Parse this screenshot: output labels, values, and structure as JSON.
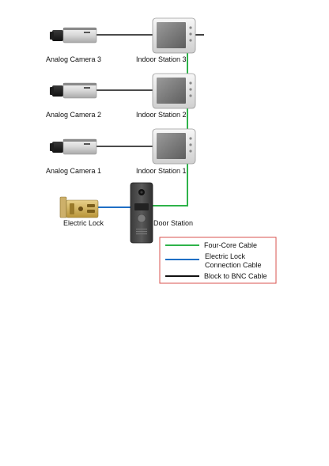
{
  "cameras": [
    {
      "label": "Analog Camera 3",
      "icon": "camera-icon"
    },
    {
      "label": "Analog Camera 2",
      "icon": "camera-icon"
    },
    {
      "label": "Analog Camera 1",
      "icon": "camera-icon"
    }
  ],
  "indoor_stations": [
    {
      "label": "Indoor Station 3",
      "icon": "monitor-icon"
    },
    {
      "label": "Indoor Station 2",
      "icon": "monitor-icon"
    },
    {
      "label": "Indoor Station 1",
      "icon": "monitor-icon"
    }
  ],
  "electric_lock": {
    "label": "Electric Lock",
    "icon": "lock-icon"
  },
  "door_station": {
    "label": "Door Station",
    "icon": "door-station-icon"
  },
  "legend": {
    "border_color": "#d9534f",
    "items": [
      {
        "line1": "Four-Core Cable",
        "line2": "",
        "color": "#2eb34a"
      },
      {
        "line1": "Electric Lock",
        "line2": "Connection Cable",
        "color": "#1f6fc5"
      },
      {
        "line1": "Block to BNC Cable",
        "line2": "",
        "color": "#111111"
      }
    ]
  },
  "colors": {
    "four_core": "#2eb34a",
    "lock_cable": "#1f6fc5",
    "bnc_cable": "#111111"
  }
}
